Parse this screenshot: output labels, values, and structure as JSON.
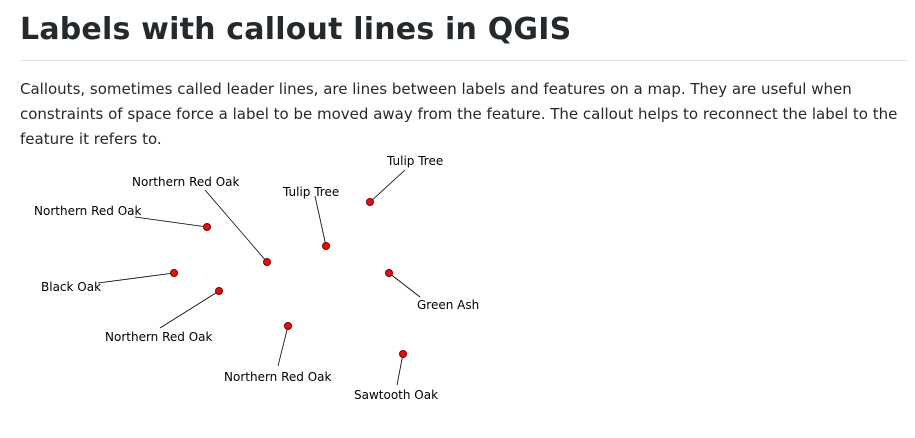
{
  "article": {
    "title": "Labels with callout lines in QGIS",
    "intro": "Callouts, sometimes called leader lines, are lines between labels and features on a map. They are useful when constraints of space force a label to be moved away from the feature. The callout helps to reconnect the label to the feature it refers to."
  },
  "map": {
    "point_color": "#e01010",
    "labels": [
      "Tulip Tree",
      "Northern Red Oak",
      "Tulip Tree",
      "Northern Red Oak",
      "Black Oak",
      "Green Ash",
      "Northern Red Oak",
      "Northern Red Oak",
      "Sawtooth Oak"
    ]
  }
}
